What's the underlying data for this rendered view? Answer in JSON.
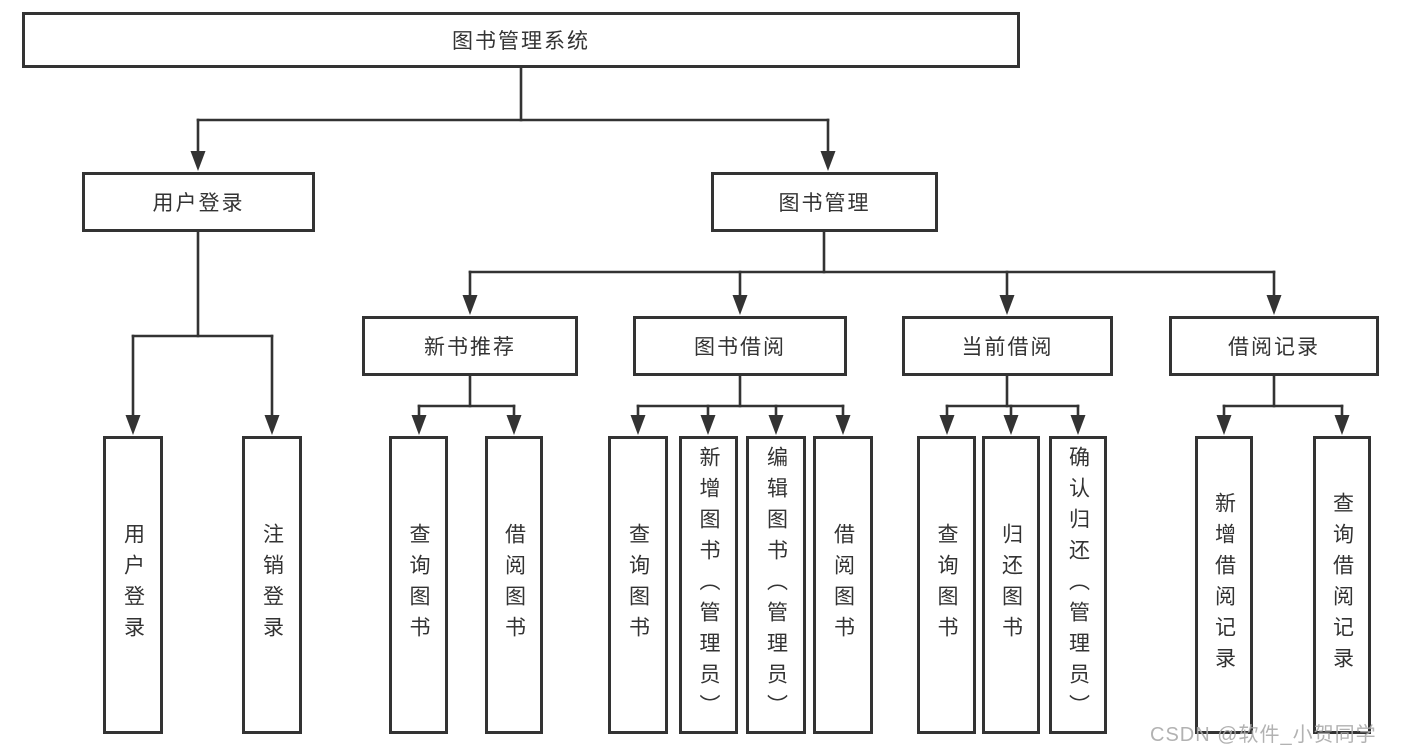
{
  "diagram": {
    "root": "图书管理系统",
    "nodes": {
      "user_login": "用户登录",
      "book_management": "图书管理",
      "new_book_recommend": "新书推荐",
      "book_borrowing": "图书借阅",
      "current_borrowing": "当前借阅",
      "borrowing_records": "借阅记录"
    },
    "leaves": {
      "user_login": [
        "用户登录",
        "注销登录"
      ],
      "new_book_recommend": [
        "查询图书",
        "借阅图书"
      ],
      "book_borrowing": [
        "查询图书",
        "新增图书（管理员）",
        "编辑图书（管理员）",
        "借阅图书"
      ],
      "current_borrowing": [
        "查询图书",
        "归还图书",
        "确认归还（管理员）"
      ],
      "borrowing_records": [
        "新增借阅记录",
        "查询借阅记录"
      ]
    },
    "colors": {
      "line": "#333333",
      "node_border": "#333333",
      "node_fill": "#ffffff",
      "text": "#333333",
      "background": "#ffffff",
      "watermark": "#aaaaaa"
    }
  },
  "watermark": "CSDN @软件_小贺同学"
}
